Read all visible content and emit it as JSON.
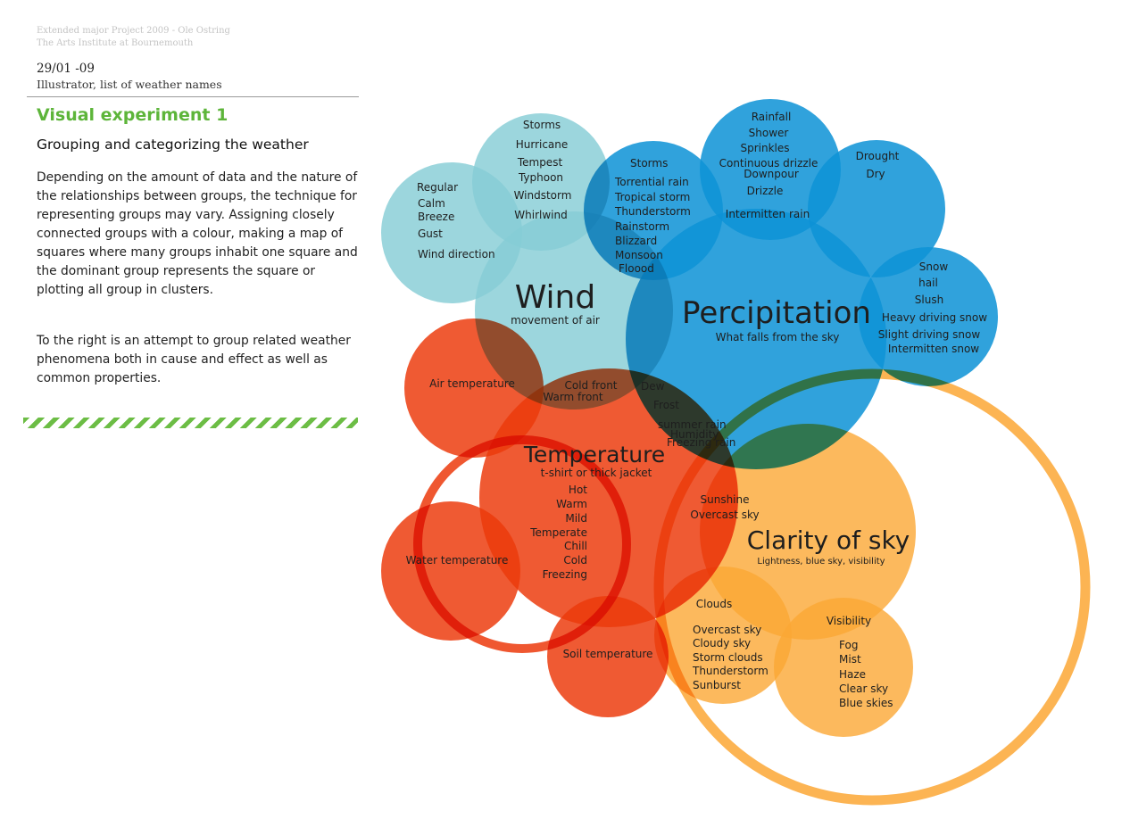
{
  "header": {
    "project": "Extended major Project 2009 - Ole Ostring",
    "school": "The Arts Institute at Bournemouth",
    "date": "29/01 -09",
    "subtitle": "Illustrator, list of weather names"
  },
  "experiment": {
    "title": "Visual experiment 1",
    "subtitle": "Grouping and categorizing the weather",
    "paragraph1": "Depending on the amount of data and the nature of the relationships between groups, the technique for representing groups may vary. Assigning closely connected groups with a colour, making a map of squares where many groups inhabit one square and the dominant group represents the square or plotting all group in clusters.",
    "paragraph2": "To the right is an attempt to group related weather phenomena both in cause and effect as well as common properties."
  },
  "colors": {
    "accent_green": "#5db53a",
    "wind": "#86cdd6",
    "percipitation": "#0e93d6",
    "temperature": "#ec3a0c",
    "clarity": "#fba735"
  },
  "diagram": {
    "wind": {
      "title": "Wind",
      "subtitle": "movement of air",
      "direction_items": [
        "Regular",
        "Calm",
        "Breeze",
        "Gust",
        "Wind direction"
      ],
      "storm_items": [
        "Storms",
        "Hurricane",
        "Tempest",
        "Typhoon",
        "Windstorm",
        "Whirlwind"
      ]
    },
    "percipitation": {
      "title": "Percipitation",
      "subtitle": "What falls from the sky",
      "storm_items": [
        "Storms",
        "Torrential rain",
        "Tropical storm",
        "Thunderstorm",
        "Rainstorm",
        "Blizzard",
        "Monsoon",
        "Floood"
      ],
      "rain_items": [
        "Rainfall",
        "Shower",
        "Sprinkles",
        "Continuous drizzle",
        "Downpour",
        "Drizzle",
        "Intermitten rain"
      ],
      "dry_items": [
        "Drought",
        "Dry"
      ],
      "snow_items": [
        "Snow",
        "hail",
        "Slush",
        "Heavy driving snow",
        "Slight driving snow",
        "Intermitten snow"
      ]
    },
    "overlaps": {
      "wind_temperature": [
        "Cold front",
        "Warm front"
      ],
      "percipitation_temperature": [
        "Dew",
        "Frost",
        "summer rain",
        "Humidity",
        "Freezing rain"
      ],
      "temperature_clarity": [
        "Sunshine",
        "Overcast sky"
      ]
    },
    "temperature": {
      "title": "Temperature",
      "subtitle": "t-shirt or thick jacket",
      "items": [
        "Hot",
        "Warm",
        "Mild",
        "Temperate",
        "Chill",
        "Cold",
        "Freezing"
      ],
      "air": "Air temperature",
      "water": "Water temperature",
      "soil": "Soil temperature"
    },
    "clarity": {
      "title": "Clarity of sky",
      "subtitle": "Lightness, blue sky, visibility",
      "clouds_title": "Clouds",
      "clouds_items": [
        "Overcast sky",
        "Cloudy sky",
        "Storm clouds",
        "Thunderstorm",
        "Sunburst"
      ],
      "visibility_title": "Visibility",
      "visibility_items": [
        "Fog",
        "Mist",
        "Haze",
        "Clear sky",
        "Blue skies"
      ]
    }
  }
}
